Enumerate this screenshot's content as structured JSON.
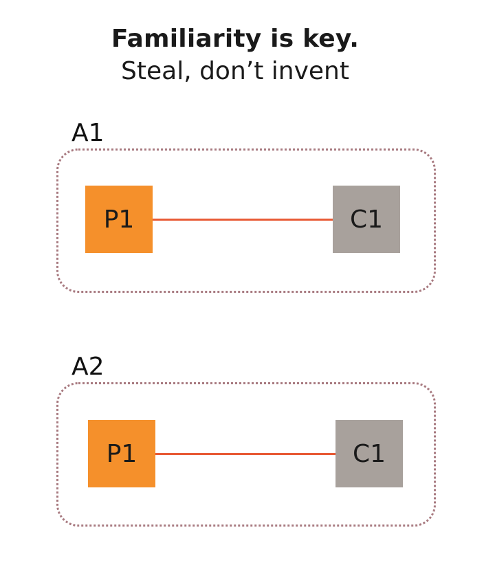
{
  "heading": {
    "title": "Familiarity is key.",
    "subtitle": "Steal, don’t invent"
  },
  "groups": [
    {
      "label": "A1",
      "parent": "P1",
      "child": "C1"
    },
    {
      "label": "A2",
      "parent": "P1",
      "child": "C1"
    }
  ],
  "colors": {
    "parent_node": "#f5902b",
    "child_node": "#a8a19c",
    "edge": "#e85a35",
    "group_border": "#a87a80"
  }
}
